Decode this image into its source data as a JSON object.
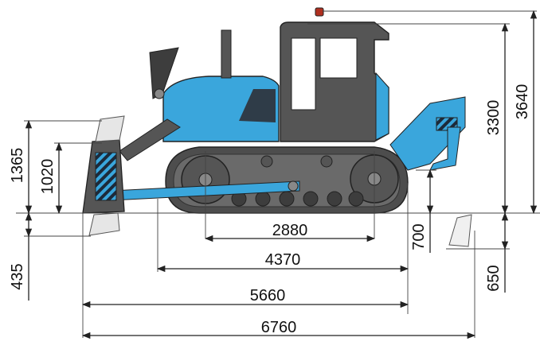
{
  "colors": {
    "body_blue": "#3aa6dc",
    "body_blue_dark": "#2a86b8",
    "track_dark": "#4a4a4a",
    "glass": "#ffffff",
    "hazard_dark": "#1c2a3a"
  },
  "dimensions": {
    "d2880": "2880",
    "d4370": "4370",
    "d5660": "5660",
    "d6760": "6760",
    "d1365": "1365",
    "d1020": "1020",
    "d435": "435",
    "d3300": "3300",
    "d3640": "3640",
    "d700": "700",
    "d650": "650"
  }
}
